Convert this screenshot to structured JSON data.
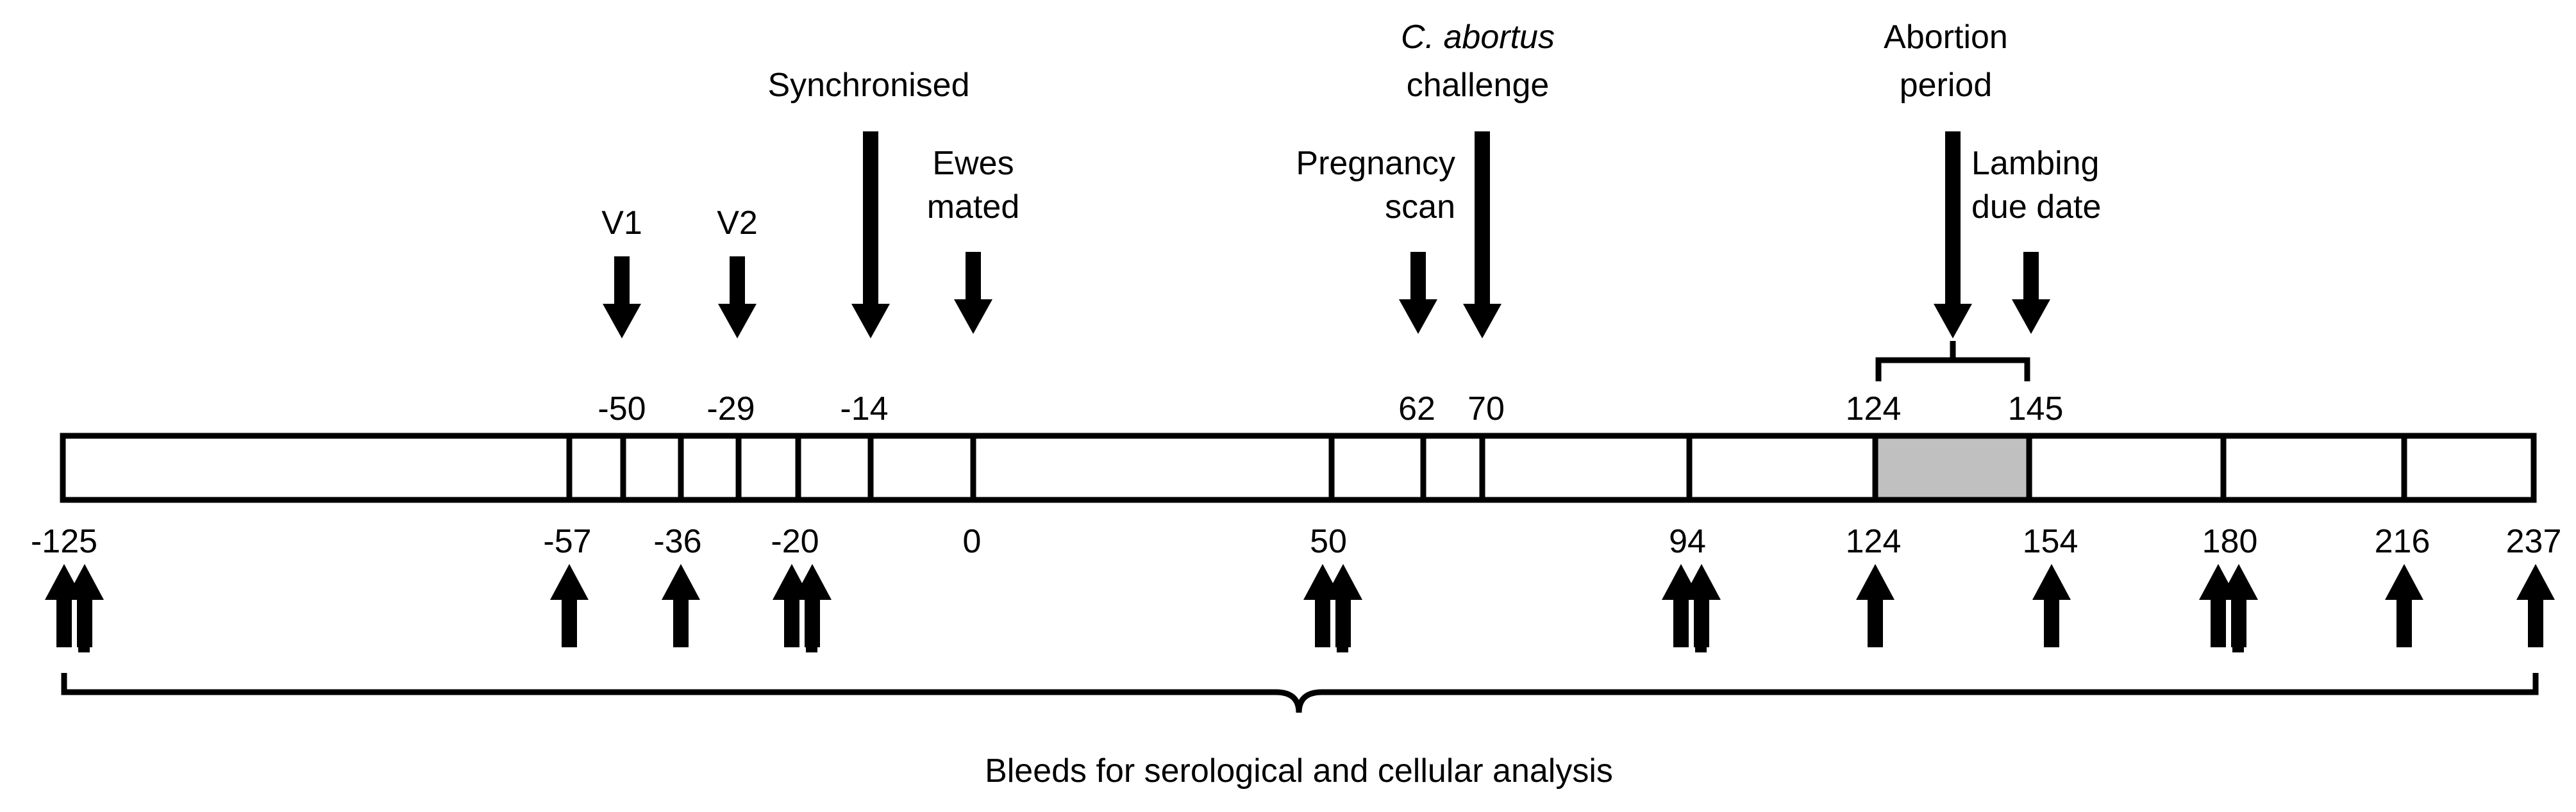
{
  "events": [
    {
      "name": "v1",
      "lines": [
        "V1"
      ],
      "day_label": "-50"
    },
    {
      "name": "v2",
      "lines": [
        "V2"
      ],
      "day_label": "-29"
    },
    {
      "name": "synchronised",
      "lines": [
        "Synchronised"
      ],
      "day_label": "-14"
    },
    {
      "name": "ewes-mated",
      "lines": [
        "Ewes",
        "mated"
      ],
      "day_label": ""
    },
    {
      "name": "pregnancy-scan",
      "lines": [
        "Pregnancy",
        "scan"
      ],
      "day_label": "62"
    },
    {
      "name": "challenge",
      "lines": [
        "C. abortus",
        "challenge"
      ],
      "italic_fragment": "C. abortus",
      "day_label": "70"
    },
    {
      "name": "abortion-period",
      "lines": [
        "Abortion",
        "period"
      ],
      "range": [
        "124",
        "145"
      ]
    },
    {
      "name": "lambing-due-date",
      "lines": [
        "Lambing",
        "due date"
      ],
      "day_label": ""
    }
  ],
  "bleeds": [
    {
      "day": "-125",
      "cellular": true
    },
    {
      "day": "-57",
      "cellular": false
    },
    {
      "day": "-36",
      "cellular": false
    },
    {
      "day": "-20",
      "cellular": true
    },
    {
      "day": "0",
      "cellular": false,
      "arrow": false
    },
    {
      "day": "50",
      "cellular": true
    },
    {
      "day": "94",
      "cellular": true
    },
    {
      "day": "124",
      "cellular": false
    },
    {
      "day": "154",
      "cellular": false
    },
    {
      "day": "180",
      "cellular": true
    },
    {
      "day": "216",
      "cellular": false
    },
    {
      "day": "237",
      "cellular": false
    }
  ],
  "abortion_window_fill": "#c0c0c0",
  "bleeds_caption": "Bleeds for serological and cellular analysis"
}
